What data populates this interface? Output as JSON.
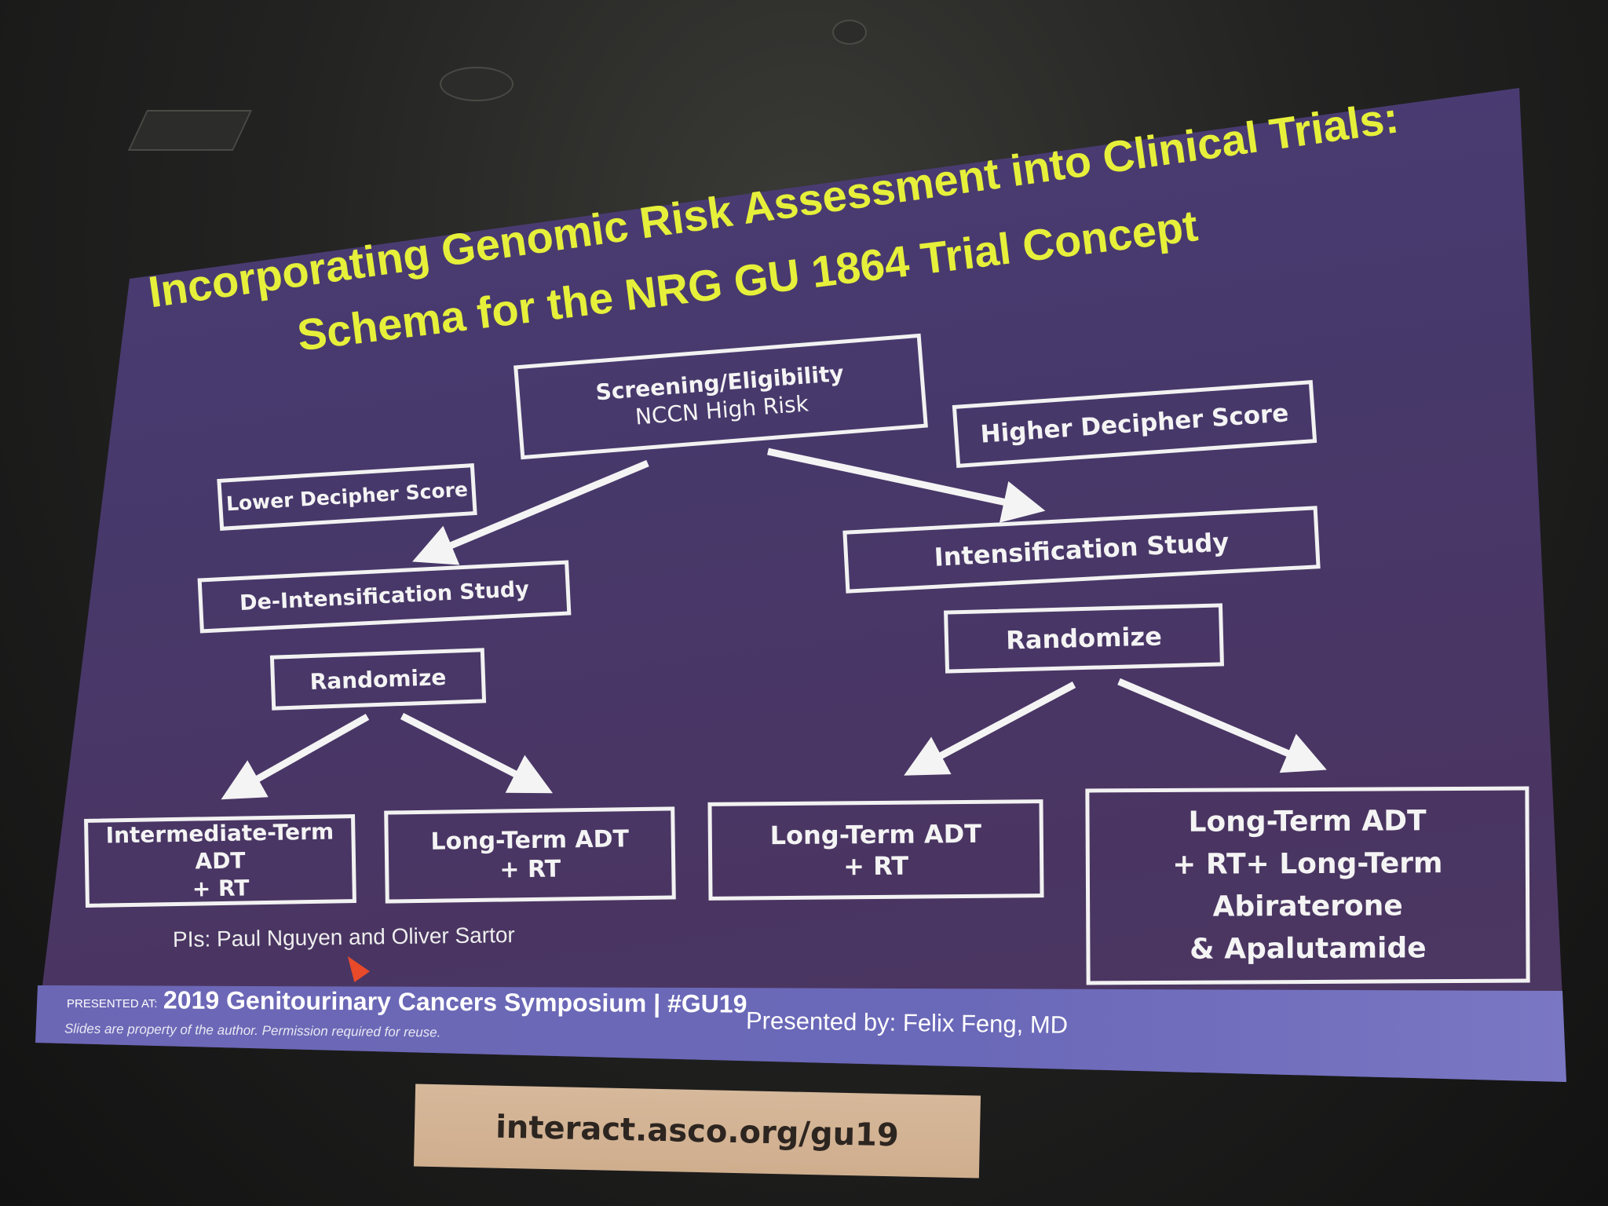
{
  "slide": {
    "title_line1": "Incorporating Genomic Risk Assessment into Clinical Trials:",
    "title_line2": "Schema for the NRG GU 1864 Trial Concept",
    "screening": {
      "line1": "Screening/Eligibility",
      "line2": "NCCN High Risk"
    },
    "lower_score": "Lower Decipher Score",
    "higher_score": "Higher Decipher Score",
    "deintensification": "De-Intensification Study",
    "intensification": "Intensification Study",
    "randomize_left": "Randomize",
    "randomize_right": "Randomize",
    "arm1": {
      "line1": "Intermediate-Term ADT",
      "line2": "+ RT"
    },
    "arm2": {
      "line1": "Long-Term ADT",
      "line2": "+ RT"
    },
    "arm3": {
      "line1": "Long-Term ADT",
      "line2": "+ RT"
    },
    "arm4": {
      "line1": "Long-Term ADT",
      "line2": "+ RT+ Long-Term",
      "line3": "Abiraterone",
      "line4": "& Apalutamide"
    },
    "pis": "PIs: Paul Nguyen and Oliver Sartor"
  },
  "footer": {
    "presented_at": "PRESENTED AT:",
    "symposium": "2019 Genitourinary Cancers Symposium  |  #GU19",
    "disclaimer": "Slides are property of the author. Permission required for reuse.",
    "presenter": "Presented by: Felix Feng, MD"
  },
  "sign": {
    "url": "interact.asco.org/gu19"
  },
  "colors": {
    "title": "#e6f03a",
    "slide_bg": "#4a3a6c",
    "footer_band": "#6c67b5",
    "box_border": "#f2f2f2"
  }
}
